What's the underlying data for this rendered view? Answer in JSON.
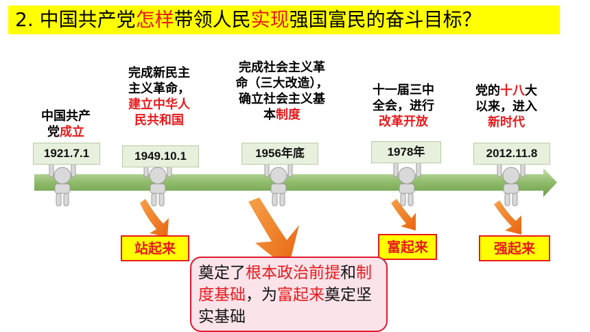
{
  "title": {
    "prefix": "2. 中国共产党",
    "hl1": "怎样",
    "mid1": "带领人民",
    "hl2": "实现",
    "suffix": "强国富民的奋斗目标？"
  },
  "events": [
    {
      "l1": "中国共产",
      "l2a": "党",
      "l2b": "成立",
      "date": "1921.7.1"
    },
    {
      "l1": "完成新民主",
      "l2": "主义革命，",
      "l3": "建立中华人",
      "l4": "民共和国",
      "date": "1949.10.1"
    },
    {
      "l1": "完成社会主义革",
      "l2": "命（三大改造），",
      "l3": "确立社会主义基",
      "l4a": "本",
      "l4b": "制度",
      "date": "1956年底"
    },
    {
      "l1": "十一届三中",
      "l2": "全会，进行",
      "l3": "改革开放",
      "date": "1978年"
    },
    {
      "l1a": "党的",
      "l1b": "十八",
      "l1c": "大",
      "l2": "以来，进入",
      "l3": "新时代",
      "date": "2012.11.8"
    }
  ],
  "tags": {
    "t1": "站起来",
    "t2": "富起来",
    "t3": "强起来"
  },
  "bubble": {
    "a": "奠定了",
    "b": "根本政治前提",
    "c": "和",
    "d": "制度基础",
    "e": "，为",
    "f": "富起",
    "g": "来",
    "h": "奠定坚实基础"
  },
  "colors": {
    "title_bg": "#ffff00",
    "highlight": "#e8191b",
    "arrow": "#9cc27a",
    "orange": "#f07a1c",
    "bubble_bg": "#fbe3ea"
  }
}
